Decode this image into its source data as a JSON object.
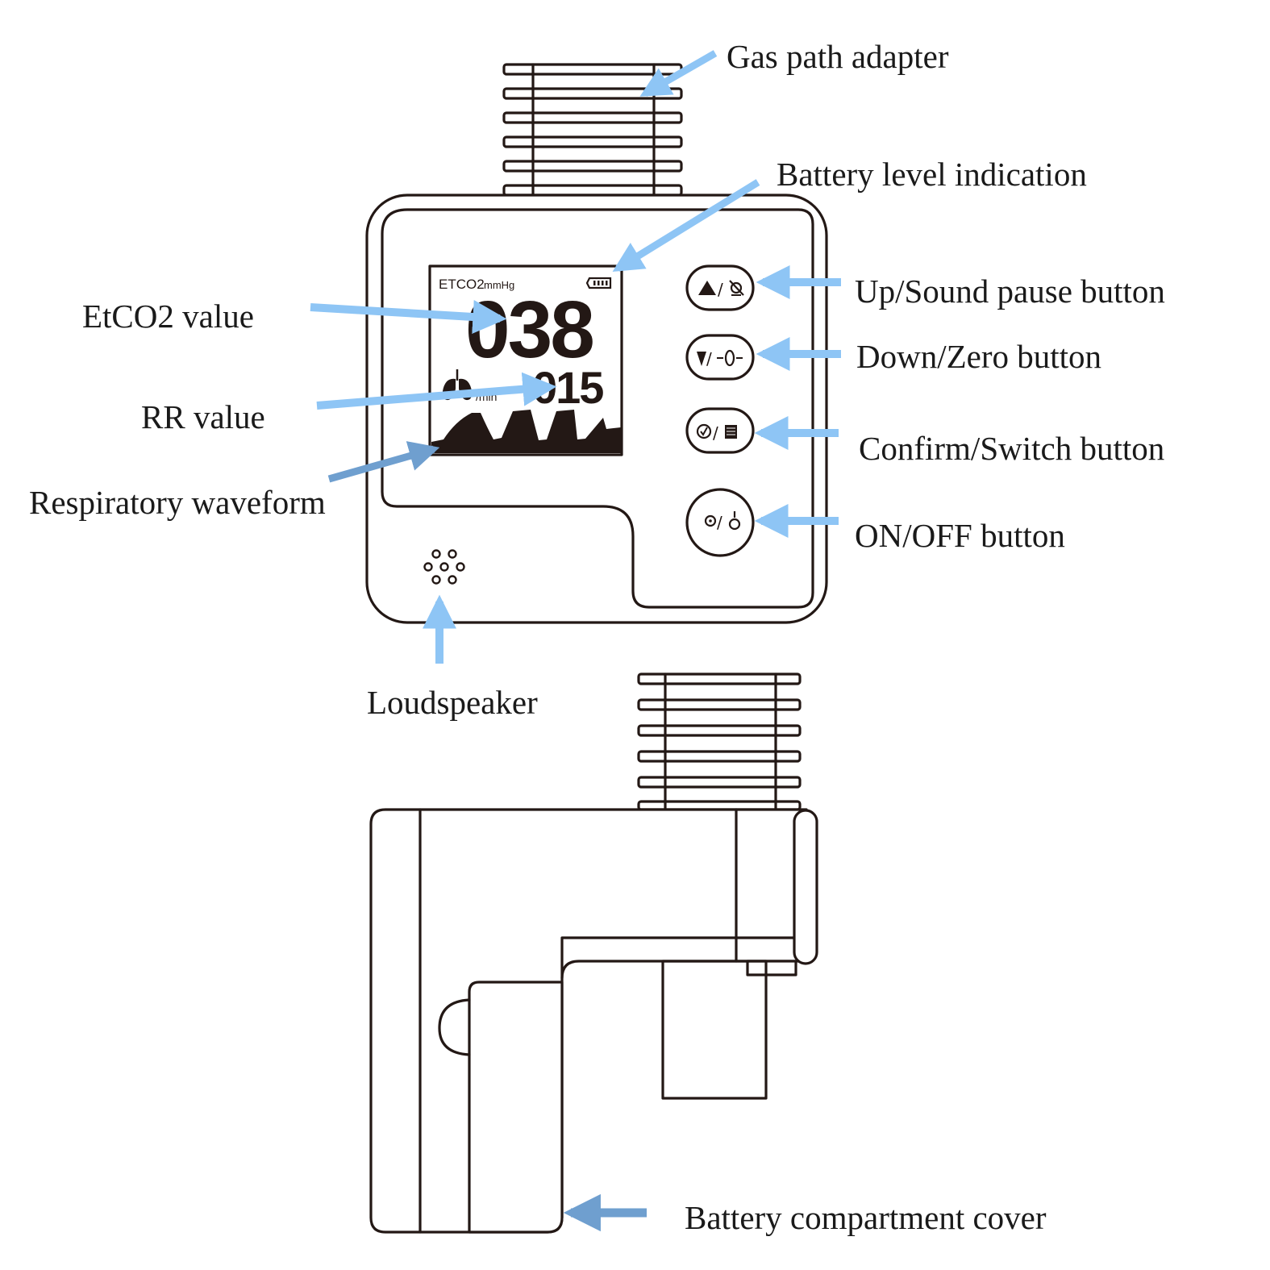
{
  "figure": {
    "title": "Capnograph front and side view with component callouts"
  },
  "colors": {
    "line": "#231815",
    "arrow_light": "#8EC5F5",
    "arrow_dark": "#6F9FCF",
    "background": "#FFFFFF"
  },
  "screen": {
    "parameter_label": "ETCO2",
    "unit_label": "mmHg",
    "etco2_value": "038",
    "rr_value": "015",
    "rr_unit": "/min",
    "battery_icon": "battery-icon",
    "lungs_icon": "lungs-icon",
    "waveform_icon": "capnogram-waveform"
  },
  "buttons": [
    {
      "id": "up-sound-pause",
      "glyph_left": "▲",
      "glyph_right": "🔕",
      "icon_names": [
        "up-triangle-icon",
        "alarm-mute-icon"
      ]
    },
    {
      "id": "down-zero",
      "glyph_left": "▼",
      "glyph_right": "-0-",
      "icon_names": [
        "down-triangle-icon",
        "zero-icon"
      ]
    },
    {
      "id": "confirm-switch",
      "glyph_left": "✓",
      "glyph_right": "▤",
      "icon_names": [
        "confirm-check-icon",
        "switch-screen-icon"
      ]
    },
    {
      "id": "on-off",
      "glyph_left": "⊙",
      "glyph_right": "ȯ",
      "icon_names": [
        "standby-icon",
        "power-icon"
      ]
    }
  ],
  "callouts": {
    "gas_path_adapter": "Gas path adapter",
    "battery_level": "Battery level indication",
    "etco2_value": "EtCO2 value",
    "rr_value": "RR value",
    "respiratory_waveform": "Respiratory waveform",
    "up_sound_pause": "Up/Sound pause button",
    "down_zero": "Down/Zero button",
    "confirm_switch": "Confirm/Switch button",
    "on_off": "ON/OFF button",
    "loudspeaker": "Loudspeaker",
    "battery_cover": "Battery compartment cover"
  },
  "button_separator": "/"
}
